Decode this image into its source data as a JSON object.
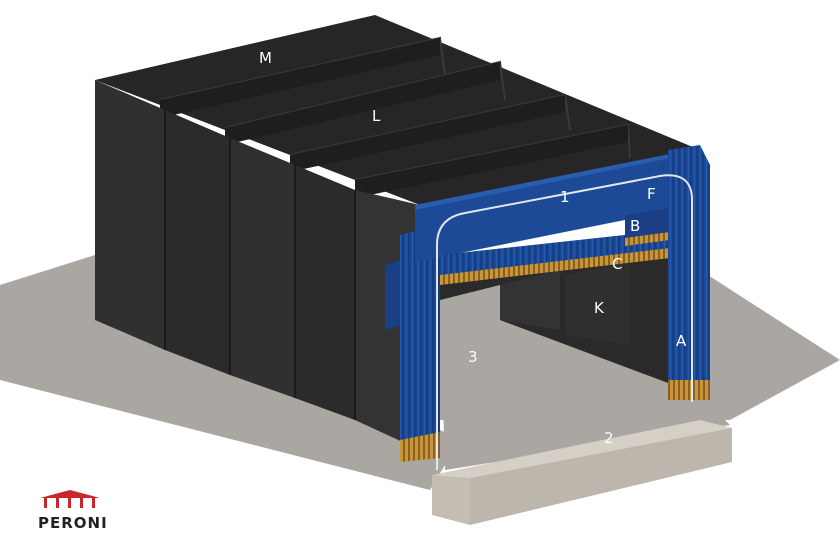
{
  "labels": {
    "M": "M",
    "L": "L",
    "one": "1",
    "F": "F",
    "B": "B",
    "C": "C",
    "K": "K",
    "A": "A",
    "three": "3",
    "two": "2"
  },
  "logo": {
    "text": "PERONI"
  },
  "colors": {
    "floor": "#a8a4a0",
    "stage_top": "#d6cfc6",
    "stage_front": "#c4bdb4",
    "black_wall": "#2e2e2e",
    "black_wall_dark": "#1f1f1f",
    "black_ceiling": "#262626",
    "curtain_blue": "#1c4a96",
    "curtain_blue_dark": "#123672",
    "fringe_gold": "#c8953a",
    "logo_red": "#c8262a"
  }
}
